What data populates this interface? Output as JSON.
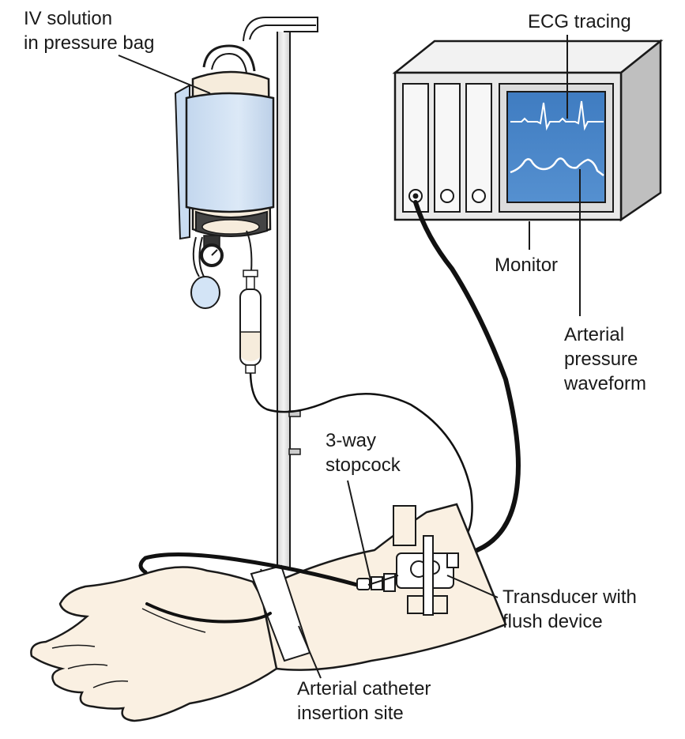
{
  "labels": {
    "iv_solution": [
      "IV solution",
      "in pressure bag"
    ],
    "ecg_tracing": "ECG tracing",
    "monitor": "Monitor",
    "arterial_waveform": [
      "Arterial",
      "pressure",
      "waveform"
    ],
    "stopcock": [
      "3-way",
      "stopcock"
    ],
    "transducer": [
      "Transducer with",
      "flush device"
    ],
    "catheter_site": [
      "Arterial catheter",
      "insertion site"
    ]
  },
  "colors": {
    "line": "#1a1a1a",
    "pole": "#e6e6e6",
    "bag_cuff": "#d3e4f6",
    "fluid": "#f6ecdc",
    "skin": "#faf0e2",
    "monitor_body": "#ececec",
    "screen": "#4a86c8",
    "trace": "#ffffff",
    "tubing": "#111111"
  },
  "icons": {
    "iv_pole": "iv-pole-icon",
    "pressure_bag": "pressure-bag-icon",
    "pressure_gauge": "pressure-gauge-icon",
    "inflation_bulb": "inflation-bulb-icon",
    "drip_chamber": "drip-chamber-icon",
    "monitor": "monitor-icon",
    "arm": "arm-icon",
    "transducer": "transducer-icon",
    "stopcock": "stopcock-icon"
  }
}
